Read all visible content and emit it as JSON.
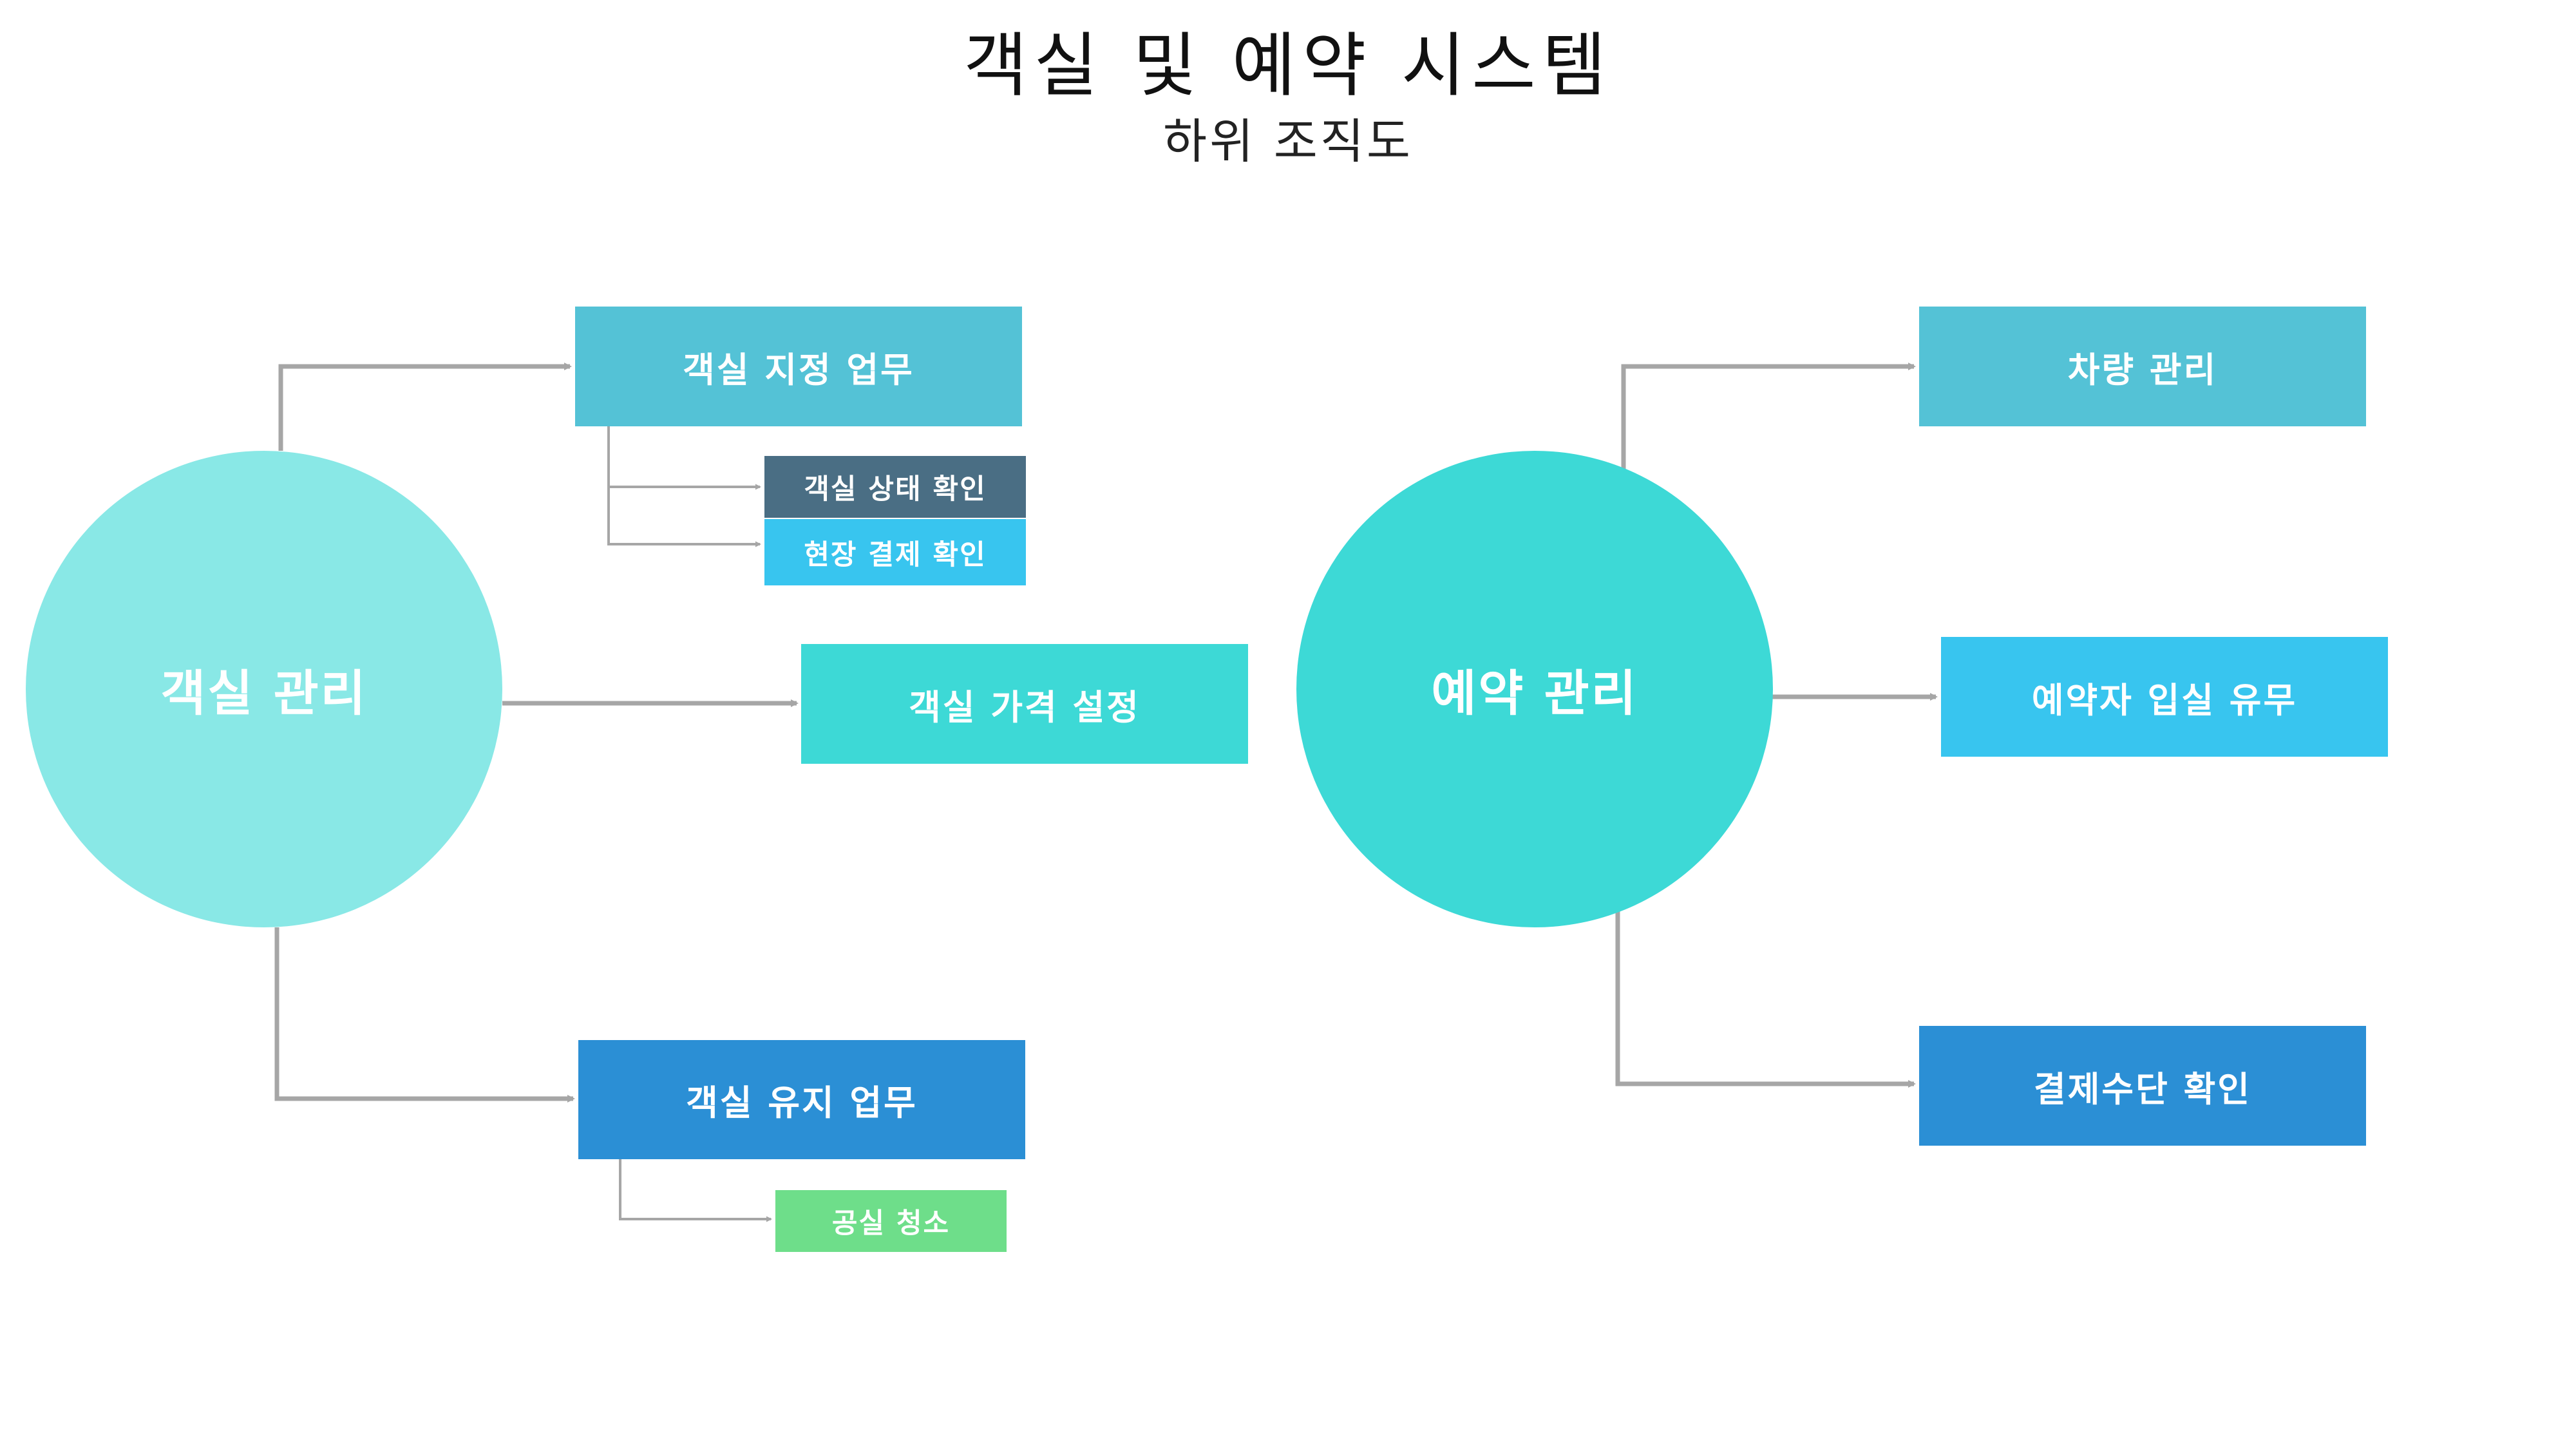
{
  "header": {
    "title": "객실 및 예약 시스템",
    "subtitle": "하위 조직도"
  },
  "left": {
    "root": "객실 관리",
    "assign": "객실 지정 업무",
    "status_check": "객실 상태 확인",
    "onsite_payment": "현장 결제 확인",
    "price_setting": "객실 가격 설정",
    "maintenance": "객실 유지 업무",
    "vacancy_cleaning": "공실 청소"
  },
  "right": {
    "root": "예약 관리",
    "vehicle": "차량 관리",
    "checkin": "예약자 입실 유무",
    "payment_method": "결제수단 확인"
  },
  "colors": {
    "circle_left": "#89E8E6",
    "circle_right": "#3DD9D6",
    "box_teal": "#54C2D6",
    "box_cyan": "#3DD9D6",
    "box_sky": "#38C5EF",
    "box_blue": "#2B8FD5",
    "box_slate": "#4A6E84",
    "box_green": "#6EDE8A",
    "connector": "#A6A6A6"
  }
}
